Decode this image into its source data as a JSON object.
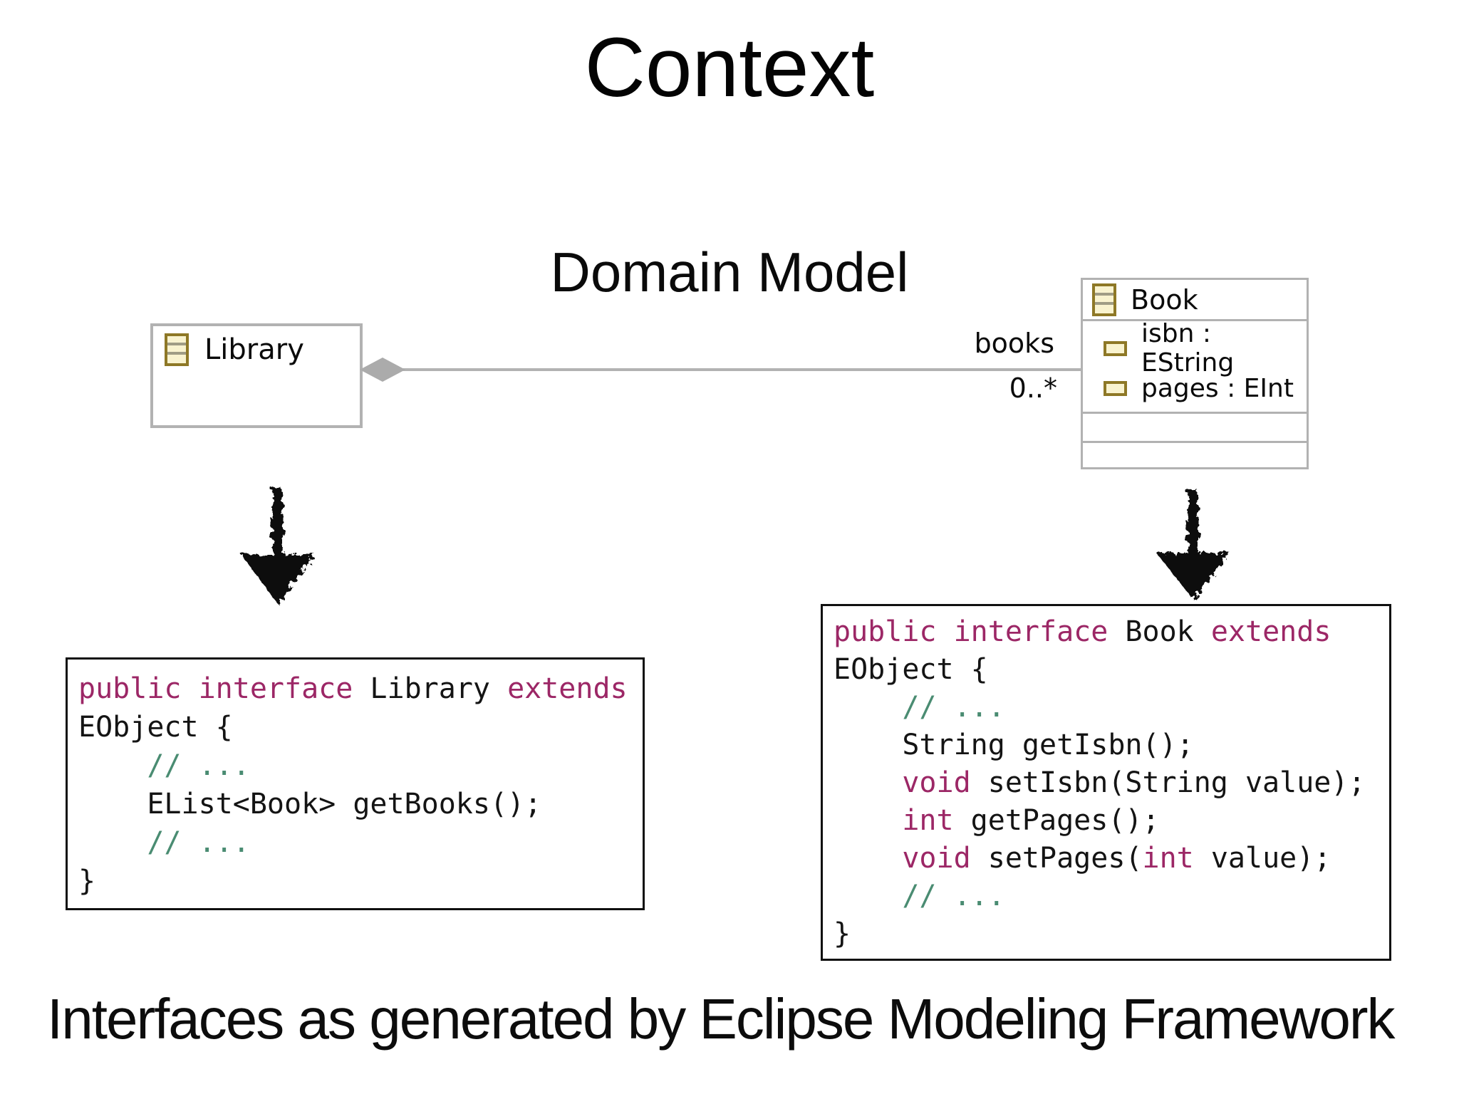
{
  "slide": {
    "title": "Context",
    "caption": "Interfaces as generated by Eclipse Modeling Framework"
  },
  "diagram": {
    "heading": "Domain Model",
    "classes": [
      {
        "name": "Library",
        "icon": "eclass-icon",
        "attributes": []
      },
      {
        "name": "Book",
        "icon": "eclass-icon",
        "attributes": [
          {
            "icon": "eattribute-icon",
            "label": "isbn : EString"
          },
          {
            "icon": "eattribute-icon",
            "label": "pages : EInt"
          }
        ],
        "empty_compartments": 2
      }
    ],
    "association": {
      "type": "aggregation",
      "from": "Library",
      "to": "Book",
      "role_label": "books",
      "multiplicity": "0..*"
    },
    "icons": {
      "eclass-icon": "yellow 3-band class rectangle",
      "eattribute-icon": "small yellow attribute rectangle",
      "aggregation-diamond-icon": "gray filled diamond",
      "down-arrow-icon": "hand-drawn black arrow pointing down"
    },
    "colors": {
      "box_border": "#b2b2b2",
      "diamond": "#ababab",
      "icon_border": "#8e7826",
      "icon_fill": "#f9f3cf",
      "arrow": "#0d0d0d"
    }
  },
  "code": {
    "keyword_color": "#9c2766",
    "comment_color": "#4a8c72",
    "text_color": "#141414",
    "library": {
      "lines": [
        [
          {
            "k": "kw",
            "t": "public interface "
          },
          {
            "k": "pl",
            "t": "Library "
          },
          {
            "k": "kw",
            "t": "extends"
          }
        ],
        [
          {
            "k": "pl",
            "t": "EObject {"
          }
        ],
        [
          {
            "k": "cm",
            "t": "    // ..."
          }
        ],
        [
          {
            "k": "pl",
            "t": "    EList<Book> getBooks();"
          }
        ],
        [
          {
            "k": "cm",
            "t": "    // ..."
          }
        ],
        [
          {
            "k": "pl",
            "t": "}"
          }
        ]
      ]
    },
    "book": {
      "lines": [
        [
          {
            "k": "kw",
            "t": "public interface "
          },
          {
            "k": "pl",
            "t": "Book "
          },
          {
            "k": "kw",
            "t": "extends"
          }
        ],
        [
          {
            "k": "pl",
            "t": "EObject {"
          }
        ],
        [
          {
            "k": "cm",
            "t": "    // ..."
          }
        ],
        [
          {
            "k": "pl",
            "t": "    String getIsbn();"
          }
        ],
        [
          {
            "k": "pl",
            "t": "    "
          },
          {
            "k": "kw",
            "t": "void"
          },
          {
            "k": "pl",
            "t": " setIsbn(String value);"
          }
        ],
        [
          {
            "k": "pl",
            "t": "    "
          },
          {
            "k": "kw",
            "t": "int"
          },
          {
            "k": "pl",
            "t": " getPages();"
          }
        ],
        [
          {
            "k": "pl",
            "t": "    "
          },
          {
            "k": "kw",
            "t": "void"
          },
          {
            "k": "pl",
            "t": " setPages("
          },
          {
            "k": "kw",
            "t": "int"
          },
          {
            "k": "pl",
            "t": " value);"
          }
        ],
        [
          {
            "k": "cm",
            "t": "    // ..."
          }
        ],
        [
          {
            "k": "pl",
            "t": "}"
          }
        ]
      ]
    }
  }
}
